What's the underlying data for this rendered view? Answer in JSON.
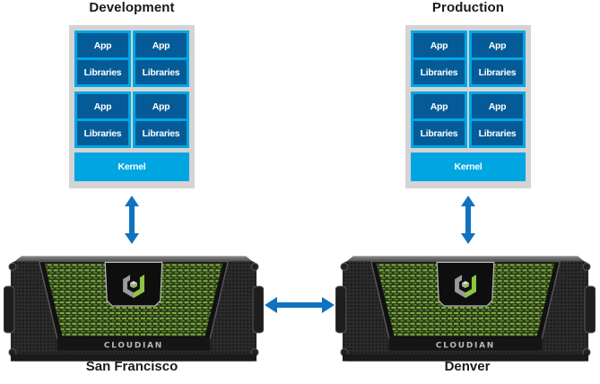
{
  "environments": [
    {
      "title": "Development",
      "containers": [
        {
          "app": "App",
          "libraries": "Libraries"
        },
        {
          "app": "App",
          "libraries": "Libraries"
        },
        {
          "app": "App",
          "libraries": "Libraries"
        },
        {
          "app": "App",
          "libraries": "Libraries"
        }
      ],
      "kernel": "Kernel"
    },
    {
      "title": "Production",
      "containers": [
        {
          "app": "App",
          "libraries": "Libraries"
        },
        {
          "app": "App",
          "libraries": "Libraries"
        },
        {
          "app": "App",
          "libraries": "Libraries"
        },
        {
          "app": "App",
          "libraries": "Libraries"
        }
      ],
      "kernel": "Kernel"
    }
  ],
  "sites": [
    {
      "name": "San Francisco",
      "brand": "CLOUDIAN"
    },
    {
      "name": "Denver",
      "brand": "CLOUDIAN"
    }
  ],
  "colors": {
    "arrow": "#1073bf",
    "app_cell": "#055b97",
    "container": "#00a6e2",
    "stack_bg": "#d4d4d4",
    "grille": "#7fae3a"
  }
}
